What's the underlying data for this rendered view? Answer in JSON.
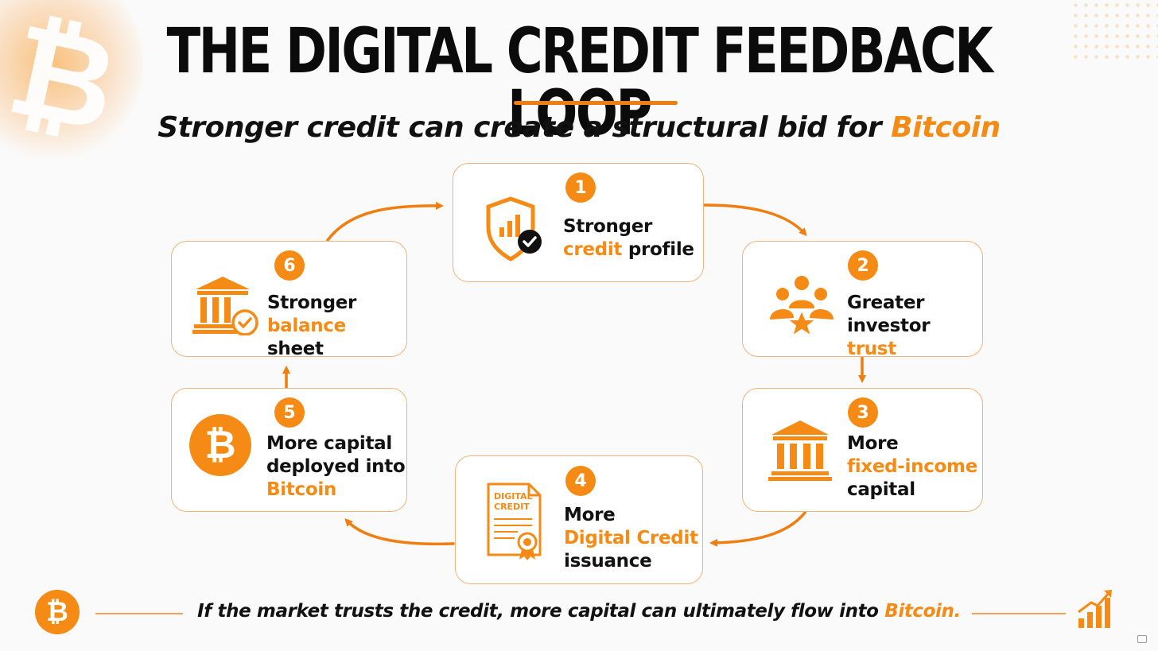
{
  "title": "THE DIGITAL CREDIT FEEDBACK LOOP",
  "subtitle": {
    "prefix": "Stronger credit can create a structural bid for ",
    "highlight": "Bitcoin"
  },
  "steps": [
    {
      "number": "1",
      "icon": "shield-chart-check-icon",
      "lines": [
        [
          {
            "t": "Stronger",
            "o": false
          }
        ],
        [
          {
            "t": "credit",
            "o": true
          },
          {
            "t": " profile",
            "o": false
          }
        ]
      ]
    },
    {
      "number": "2",
      "icon": "investor-group-star-icon",
      "lines": [
        [
          {
            "t": "Greater",
            "o": false
          }
        ],
        [
          {
            "t": "investor ",
            "o": false
          },
          {
            "t": "trust",
            "o": true
          }
        ]
      ]
    },
    {
      "number": "3",
      "icon": "bank-icon",
      "lines": [
        [
          {
            "t": "More",
            "o": false
          }
        ],
        [
          {
            "t": "fixed-income",
            "o": true
          }
        ],
        [
          {
            "t": "capital",
            "o": false
          }
        ]
      ]
    },
    {
      "number": "4",
      "icon": "digital-credit-certificate-icon",
      "lines": [
        [
          {
            "t": "More",
            "o": false
          }
        ],
        [
          {
            "t": "Digital Credit",
            "o": true
          }
        ],
        [
          {
            "t": "issuance",
            "o": false
          }
        ]
      ]
    },
    {
      "number": "5",
      "icon": "bitcoin-coin-icon",
      "lines": [
        [
          {
            "t": "More capital",
            "o": false
          }
        ],
        [
          {
            "t": "deployed into",
            "o": false
          }
        ],
        [
          {
            "t": "Bitcoin",
            "o": true
          }
        ]
      ]
    },
    {
      "number": "6",
      "icon": "bank-check-icon",
      "lines": [
        [
          {
            "t": "Stronger",
            "o": false
          }
        ],
        [
          {
            "t": "balance",
            "o": true
          },
          {
            "t": " sheet",
            "o": false
          }
        ]
      ]
    }
  ],
  "certificate_text": [
    "DIGITAL",
    "CREDIT"
  ],
  "footer": {
    "prefix": "If the market trusts the credit, more capital can ultimately flow into ",
    "highlight": "Bitcoin."
  },
  "colors": {
    "accent": "#f58a14",
    "border": "#f3b27a",
    "text": "#111111"
  }
}
